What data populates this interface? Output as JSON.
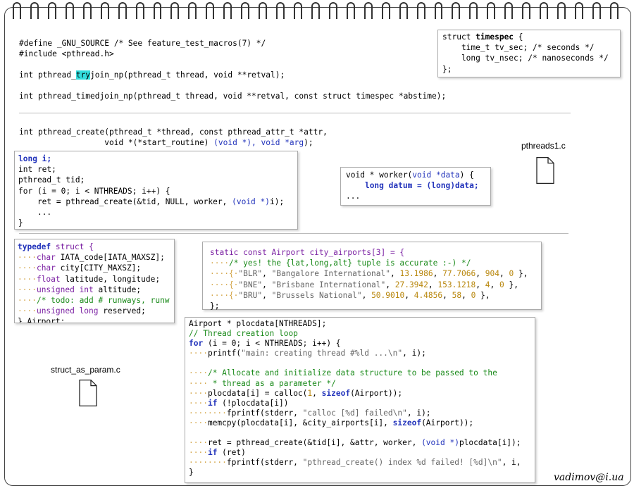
{
  "header": {
    "define_line": "#define _GNU_SOURCE /* See feature_test_macros(7) */",
    "include_line": "#include <pthread.h>",
    "tryjoin_pre": "int pthread_",
    "tryjoin_hl": "try",
    "tryjoin_post": "join_np(pthread_t thread, void **retval);",
    "timedjoin_line": "int pthread_timedjoin_np(pthread_t thread, void **retval, const struct timespec *abstime);"
  },
  "timespec": {
    "line1_pre": "struct ",
    "line1_name": "timespec",
    "line1_post": " {",
    "line2": "    time_t tv_sec; /* seconds */",
    "line3": "    long tv_nsec; /* nanoseconds */",
    "line4": "};"
  },
  "create_proto": {
    "line1": "int pthread_create(pthread_t *thread, const pthread_attr_t *attr,",
    "line2_pre": "                  void *(*start_routine) ",
    "line2_blue": "(void *), void *arg",
    "line2_post": ");"
  },
  "pthreads1_label": "pthreads1.c",
  "struct_param_label": "struct_as_param.c",
  "signature": "vadimov@i.ua",
  "loop_box": {
    "l1": "long i;",
    "l2": "int ret;",
    "l3": "pthread_t tid;",
    "l4": "for (i = 0; i < NTHREADS; i++) {",
    "l5_pre": "    ret = pthread_create(&tid, NULL, worker, ",
    "l5_blue": "(void *)",
    "l5_post": "i);",
    "l6": "    ...",
    "l7": "}"
  },
  "worker_box": {
    "l1_pre": "void * worker(",
    "l1_blue": "void *data",
    "l1_post": ") {",
    "l2_pre": "    ",
    "l2_blue": "long datum = (long)",
    "l2_post": "data;",
    "l3": "..."
  },
  "typedef_box": {
    "l1_kw": "typedef",
    "l1_post": " struct {",
    "l2_ty": "char",
    "l2_post": " IATA_code[IATA_MAXSZ];",
    "l3_ty": "char",
    "l3_post": " city[CITY_MAXSZ];",
    "l4_ty": "float",
    "l4_post": " latitude, longitude;",
    "l5_ty": "unsigned int",
    "l5_post": " altitude;",
    "l6_cm": "/* todo: add # runways, runw",
    "l7_ty": "unsigned long",
    "l7_post": " reserved;",
    "l8": "} Airport;"
  },
  "airports_box": {
    "l1": "static const Airport city_airports[3] = {",
    "l2": "/* yes! the {lat,long,alt} tuple is accurate :-) */",
    "rows": [
      {
        "code": "\"BLR\"",
        "name": "\"Bangalore International\"",
        "lat": "13.1986",
        "lon": "77.7066",
        "alt": "904",
        "r": "0",
        "end": " },"
      },
      {
        "code": "\"BNE\"",
        "name": "\"Brisbane International\"",
        "lat": "27.3942",
        "lon": "153.1218",
        "alt": "4",
        "r": "0",
        "end": " },"
      },
      {
        "code": "\"BRU\"",
        "name": "\"Brussels National\"",
        "lat": "50.9010",
        "lon": "4.4856",
        "alt": "58",
        "r": "0",
        "end": " },"
      }
    ],
    "l_end": "};"
  },
  "main_box": {
    "l1": "Airport * plocdata[NTHREADS];",
    "l2": "// Thread creation loop",
    "l3_kw": "for",
    "l3_post": " (i = 0; i < NTHREADS; i++) {",
    "l4_pre": "printf(",
    "l4_str": "\"main: creating thread #%ld ...\\n\"",
    "l4_post": ", i);",
    "l5": "/* Allocate and initialize data structure to be passed to the",
    "l6": " * thread as a parameter */",
    "l7_pre": "plocdata[i] = calloc(",
    "l7_num": "1",
    "l7_mid": ", ",
    "l7_kw": "sizeof",
    "l7_post": "(Airport));",
    "l8_kw": "if",
    "l8_post": " (!plocdata[i])",
    "l9_pre": "fprintf(stderr, ",
    "l9_str": "\"calloc [%d] failed\\n\"",
    "l9_post": ", i);",
    "l10_pre": "memcpy(plocdata[i], &city_airports[i], ",
    "l10_kw": "sizeof",
    "l10_post": "(Airport));",
    "l11_pre": "ret = pthread_create(&tid[i], &attr, worker, ",
    "l11_blue": "(void *)",
    "l11_post": "plocdata[i]);",
    "l12_kw": "if",
    "l12_post": " (ret)",
    "l13_pre": "fprintf(stderr, ",
    "l13_str": "\"pthread_create() index %d failed! [%d]\\n\"",
    "l13_post": ", i,",
    "l14": "}"
  }
}
